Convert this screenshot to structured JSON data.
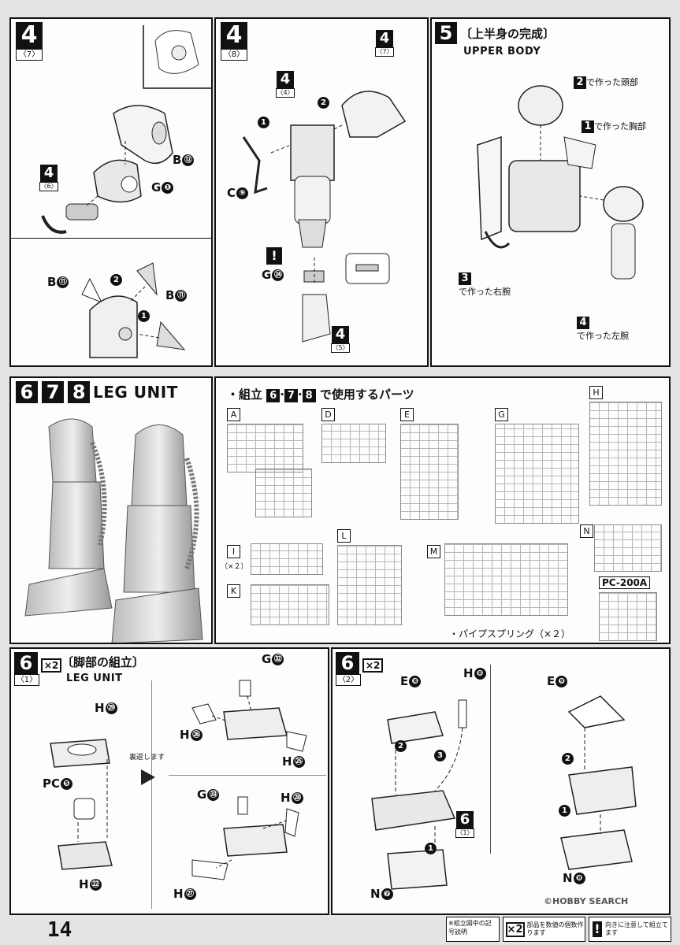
{
  "top_row": {
    "p1": {
      "step": "4",
      "sub": "〈7〉",
      "callout": {
        "n": "4",
        "s": "〈6〉"
      },
      "parts": {
        "a": "B",
        "a_n": "⑫",
        "b": "G",
        "b_n": "❶",
        "c": "B",
        "c_n": "⑪",
        "d": "B",
        "d_n": "⑪"
      },
      "arrows": [
        "2",
        "1"
      ]
    },
    "p2": {
      "step": "4",
      "sub": "〈8〉",
      "callouts": [
        {
          "n": "4",
          "s": "〈4〉"
        },
        {
          "n": "4",
          "s": "〈7〉"
        },
        {
          "n": "4",
          "s": "〈5〉"
        }
      ],
      "parts": {
        "c": "C",
        "c_n": "⑨",
        "g": "G",
        "g_n": "㉔"
      },
      "arrows": [
        "1",
        "2"
      ],
      "warn": "!"
    },
    "p3": {
      "step": "5",
      "title_jp": "〔上半身の完成〕",
      "title_en": "UPPER BODY",
      "notes": [
        {
          "n": "2",
          "t": "で作った頭部"
        },
        {
          "n": "1",
          "t": "で作った胸部"
        },
        {
          "n": "3",
          "t": "で作った右腕"
        },
        {
          "n": "4",
          "t": "で作った左腕"
        }
      ]
    }
  },
  "mid_row": {
    "steps": [
      "6",
      "7",
      "8"
    ],
    "title": "LEG UNIT",
    "parts_heading": "・組立",
    "parts_steps": [
      "6",
      "7",
      "8"
    ],
    "parts_heading_tail": "で使用するパーツ",
    "runners": [
      "A",
      "D",
      "E",
      "G",
      "H",
      "I",
      "L",
      "M",
      "N",
      "K"
    ],
    "runner_i_note": "（×２）",
    "pc_label": "PC-200A",
    "spring_note": "・パイプスプリング（×２）"
  },
  "bottom_row": {
    "p1": {
      "step": "6",
      "sub": "〈1〉",
      "x2": "×2",
      "title_jp": "〔脚部の組立〕",
      "title_en": "LEG UNIT",
      "flip": "裏返します",
      "parts": [
        {
          "l": "H",
          "n": "㉙"
        },
        {
          "l": "PC",
          "n": "❺"
        },
        {
          "l": "H",
          "n": "㉒"
        },
        {
          "l": "G",
          "n": "㉜"
        },
        {
          "l": "H",
          "n": "㉖"
        },
        {
          "l": "H",
          "n": "㉕"
        },
        {
          "l": "G",
          "n": "㉝"
        },
        {
          "l": "H",
          "n": "㉘"
        },
        {
          "l": "H",
          "n": "㉗"
        }
      ]
    },
    "p2": {
      "step": "6",
      "sub": "〈2〉",
      "x2": "×2",
      "parts": [
        {
          "l": "E",
          "n": "❽"
        },
        {
          "l": "H",
          "n": "❽"
        },
        {
          "l": "N",
          "n": "❼"
        },
        {
          "l": "E",
          "n": "❾"
        },
        {
          "l": "N",
          "n": "❽"
        }
      ],
      "callout": {
        "n": "6",
        "s": "〈1〉"
      },
      "arrows": [
        "2",
        "3",
        "1",
        "2",
        "1"
      ]
    }
  },
  "footer": {
    "page_number": "14",
    "legend_title": "※組立図中の記号説明",
    "legend_x2": "×2",
    "legend_x2_text": "部品を数値の個数作ります",
    "legend_warn_text": "向きに注意して組立てます",
    "watermark": "©HOBBY SEARCH"
  }
}
